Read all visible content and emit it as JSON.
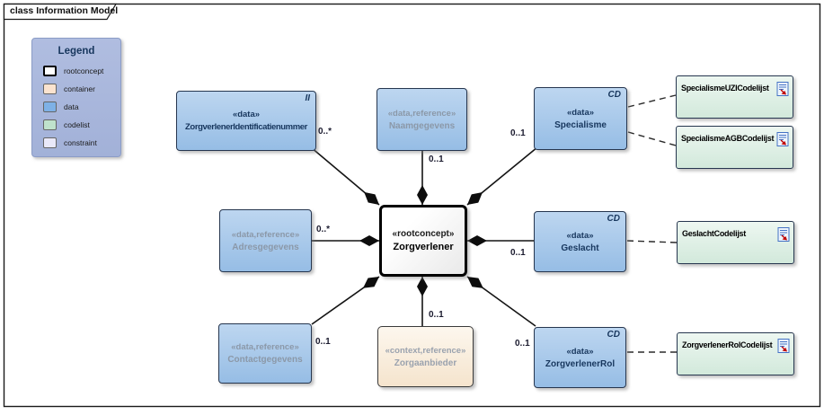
{
  "frame": {
    "tab_label": "class Information Model"
  },
  "legend": {
    "title": "Legend",
    "items": [
      {
        "label": "rootconcept",
        "color": "#ffffff"
      },
      {
        "label": "container",
        "color": "#fbe3cf"
      },
      {
        "label": "data",
        "color": "#7eb1e6"
      },
      {
        "label": "codelist",
        "color": "#bfe2cc"
      },
      {
        "label": "constraint",
        "color": "#e9e9f9"
      }
    ]
  },
  "nodes": {
    "root": {
      "stereotype": "«rootconcept»",
      "name": "Zorgverlener"
    },
    "identificatienummer": {
      "stereotype": "«data»",
      "name": "ZorgverlenerIdentificatienummer",
      "marker": "II"
    },
    "naamgegevens": {
      "stereotype": "«data,reference»",
      "name": "Naamgegevens"
    },
    "specialisme": {
      "stereotype": "«data»",
      "name": "Specialisme",
      "marker": "CD"
    },
    "adresgegevens": {
      "stereotype": "«data,reference»",
      "name": "Adresgegevens"
    },
    "geslacht": {
      "stereotype": "«data»",
      "name": "Geslacht",
      "marker": "CD"
    },
    "contactgegevens": {
      "stereotype": "«data,reference»",
      "name": "Contactgegevens"
    },
    "zorgaanbieder": {
      "stereotype": "«context,reference»",
      "name": "Zorgaanbieder"
    },
    "zorgverlenerrol": {
      "stereotype": "«data»",
      "name": "ZorgverlenerRol",
      "marker": "CD"
    }
  },
  "codelists": {
    "uzi": {
      "name": "SpecialismeUZICodelijst"
    },
    "agb": {
      "name": "SpecialismeAGBCodelijst"
    },
    "geslacht": {
      "name": "GeslachtCodelijst"
    },
    "rol": {
      "name": "ZorgverlenerRolCodelijst"
    }
  },
  "multiplicities": {
    "identificatienummer": "0..*",
    "naamgegevens": "0..1",
    "specialisme": "0..1",
    "adresgegevens": "0..*",
    "geslacht": "0..1",
    "contactgegevens": "0..1",
    "zorgaanbieder": "0..1",
    "zorgverlenerrol": "0..1"
  },
  "colors": {
    "data_fill": "#9dc2e7",
    "codelist_fill": "#d2e9db",
    "container_fill": "#f5e4cd",
    "rootconcept_fill": "#ffffff",
    "legend_fill": "#a7b5da",
    "text_accent": "#17365d"
  }
}
